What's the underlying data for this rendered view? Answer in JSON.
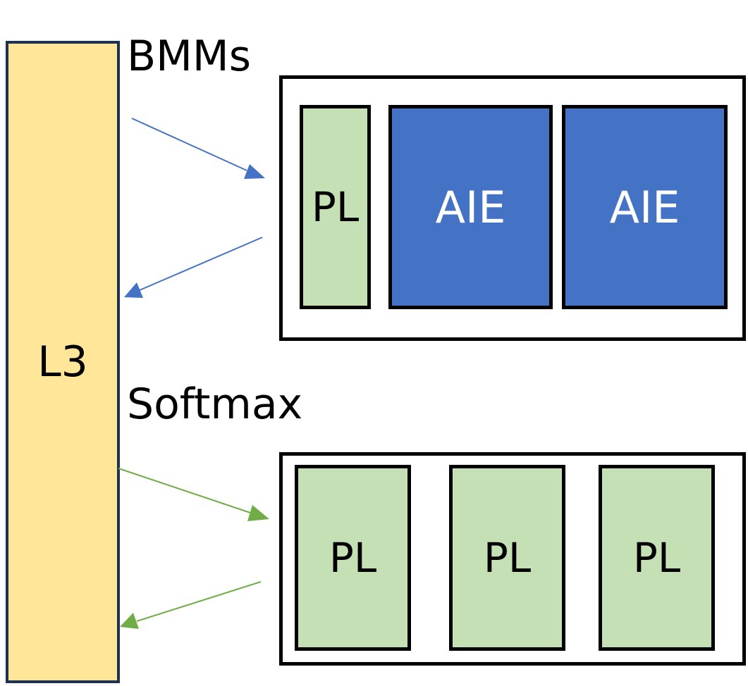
{
  "memory": {
    "label": "L3",
    "fill": "#ffe699",
    "border": "#1f3050"
  },
  "bmm_section": {
    "caption": "BMMs",
    "blocks": [
      {
        "label": "PL",
        "kind": "pl"
      },
      {
        "label": "AIE",
        "kind": "aie"
      },
      {
        "label": "AIE",
        "kind": "aie"
      }
    ],
    "arrow_color": "#4472c4"
  },
  "softmax_section": {
    "caption": "Softmax",
    "blocks": [
      {
        "label": "PL",
        "kind": "pl"
      },
      {
        "label": "PL",
        "kind": "pl"
      },
      {
        "label": "PL",
        "kind": "pl"
      }
    ],
    "arrow_color": "#70ad47"
  },
  "colors": {
    "pl": "#c5e0b4",
    "aie": "#4472c4"
  }
}
